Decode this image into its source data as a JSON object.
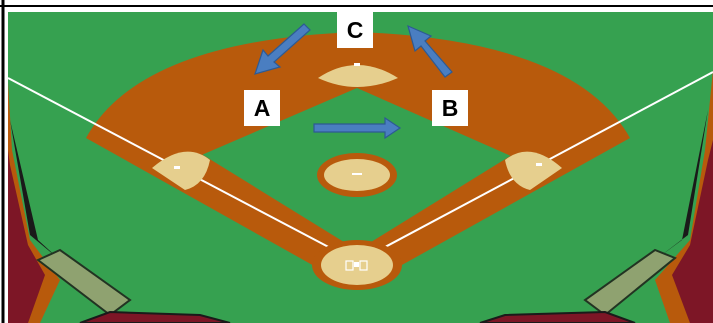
{
  "labels": {
    "a": "A",
    "b": "B",
    "c": "C"
  },
  "colors": {
    "grass": "#36a150",
    "infield_dirt": "#b85a0c",
    "base_sand": "#e6cf8e",
    "arrow_fill": "#4a7ec1",
    "foul_line": "#ffffff",
    "stands": "#7d1626",
    "dugout": "#8fa270",
    "frame": "#000000"
  },
  "icons": {
    "arrow_a": "arrow-up-left-icon",
    "arrow_b": "arrow-up-left-icon",
    "arrow_middle": "arrow-right-icon",
    "home_plate": "home-plate-icon"
  }
}
